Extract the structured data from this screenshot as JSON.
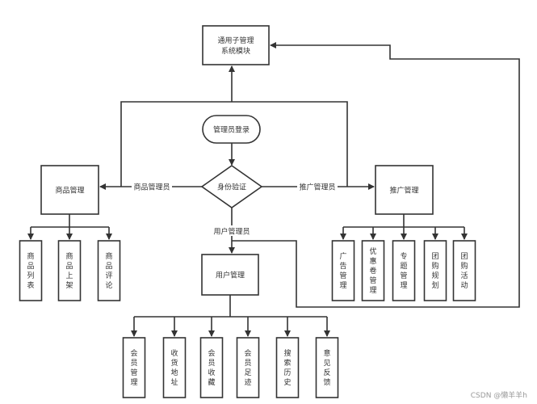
{
  "diagram": {
    "type": "flowchart",
    "nodes": {
      "common": {
        "lines": [
          "通用子管理",
          "系统模块"
        ]
      },
      "login": {
        "label": "管理员登录",
        "shape": "rounded"
      },
      "verify": {
        "label": "身份验证",
        "shape": "diamond"
      },
      "product": {
        "label": "商品管理"
      },
      "promo": {
        "label": "推广管理"
      },
      "user": {
        "label": "用户管理"
      }
    },
    "edge_labels": {
      "product_admin": "商品管理员",
      "promo_admin": "推广管理员",
      "user_admin": "用户管理员"
    },
    "product_children": [
      {
        "label": "商品列表"
      },
      {
        "label": "商品上架"
      },
      {
        "label": "商品评论"
      }
    ],
    "promo_children": [
      {
        "label": "广告管理"
      },
      {
        "label": "优惠卷管理"
      },
      {
        "label": "专题管理"
      },
      {
        "label": "团购规划"
      },
      {
        "label": "团购活动"
      }
    ],
    "user_children": [
      {
        "label": "会员管理"
      },
      {
        "label": "收货地址"
      },
      {
        "label": "会员收藏"
      },
      {
        "label": "会员足迹"
      },
      {
        "label": "搜索历史"
      },
      {
        "label": "意见反馈"
      }
    ],
    "edges": [
      {
        "from": "login",
        "to": "verify"
      },
      {
        "from": "verify",
        "to": "product",
        "label": "商品管理员"
      },
      {
        "from": "verify",
        "to": "promo",
        "label": "推广管理员"
      },
      {
        "from": "verify",
        "to": "user",
        "label": "用户管理员"
      },
      {
        "from": "product",
        "to": "common"
      },
      {
        "from": "promo",
        "to": "common"
      },
      {
        "from": "user",
        "to": "common"
      }
    ]
  },
  "watermark": "CSDN @懒羊羊h",
  "colors": {
    "stroke": "#333333",
    "text": "#333333",
    "watermark": "#999999",
    "background": "#ffffff"
  }
}
